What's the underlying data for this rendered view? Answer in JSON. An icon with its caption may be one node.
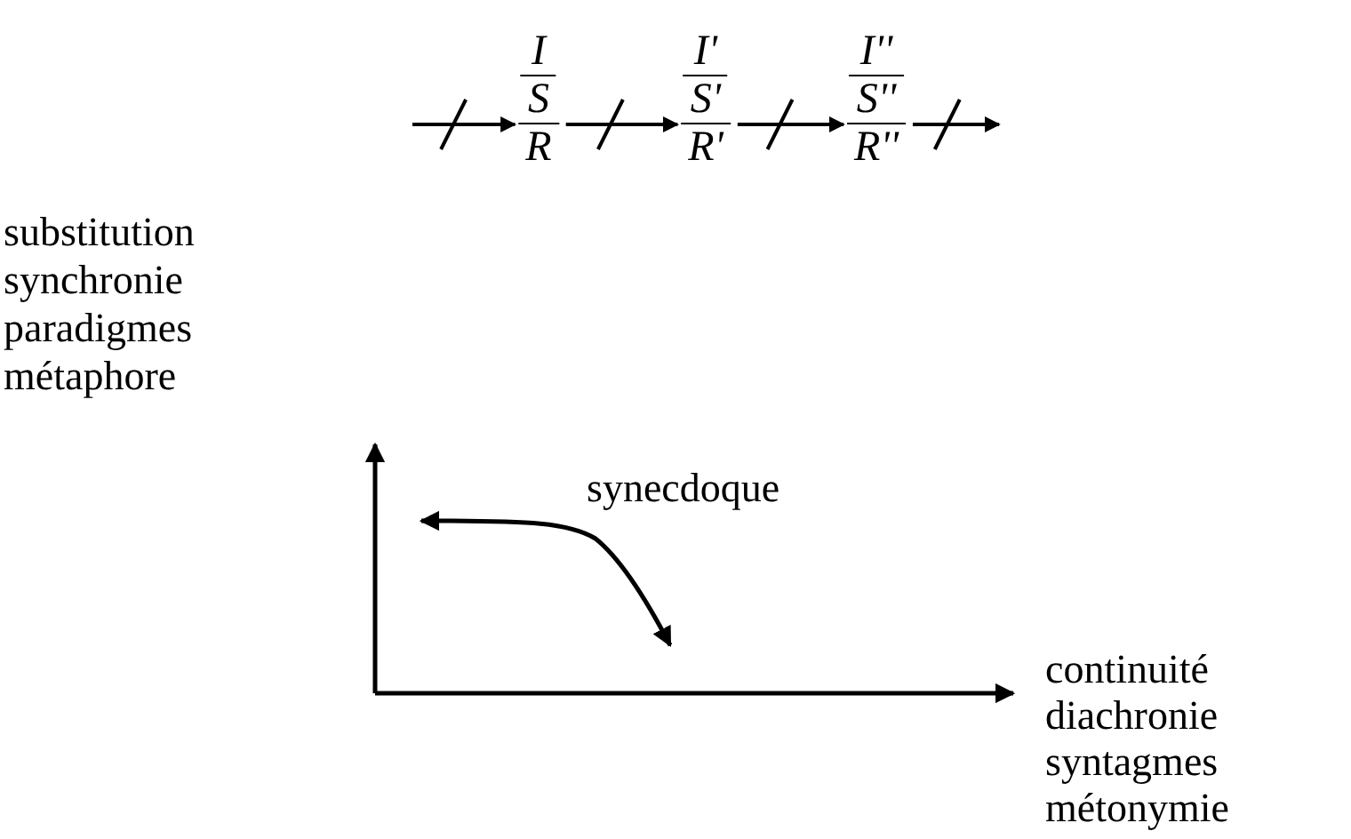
{
  "diagram": {
    "nodes": [
      {
        "text": [
          "I",
          "S",
          "R"
        ]
      },
      {
        "text": [
          "I'",
          "S'",
          "R'"
        ]
      },
      {
        "text": [
          "I''",
          "S''",
          "R''"
        ]
      }
    ],
    "edges": [
      {
        "from": null,
        "to": 0,
        "arrow": "to"
      },
      {
        "from": 0,
        "to": 1,
        "arrow": "to"
      },
      {
        "from": 1,
        "to": 2,
        "arrow": "to"
      },
      {
        "from": 2,
        "to": null,
        "arrow": "to"
      }
    ],
    "labels": [
      "substitution",
      "synchronie",
      "paradigmes",
      "métaphore",
      "synecdoque",
      "continuité",
      "diachronie",
      "syntagmes",
      "métonymie"
    ]
  }
}
